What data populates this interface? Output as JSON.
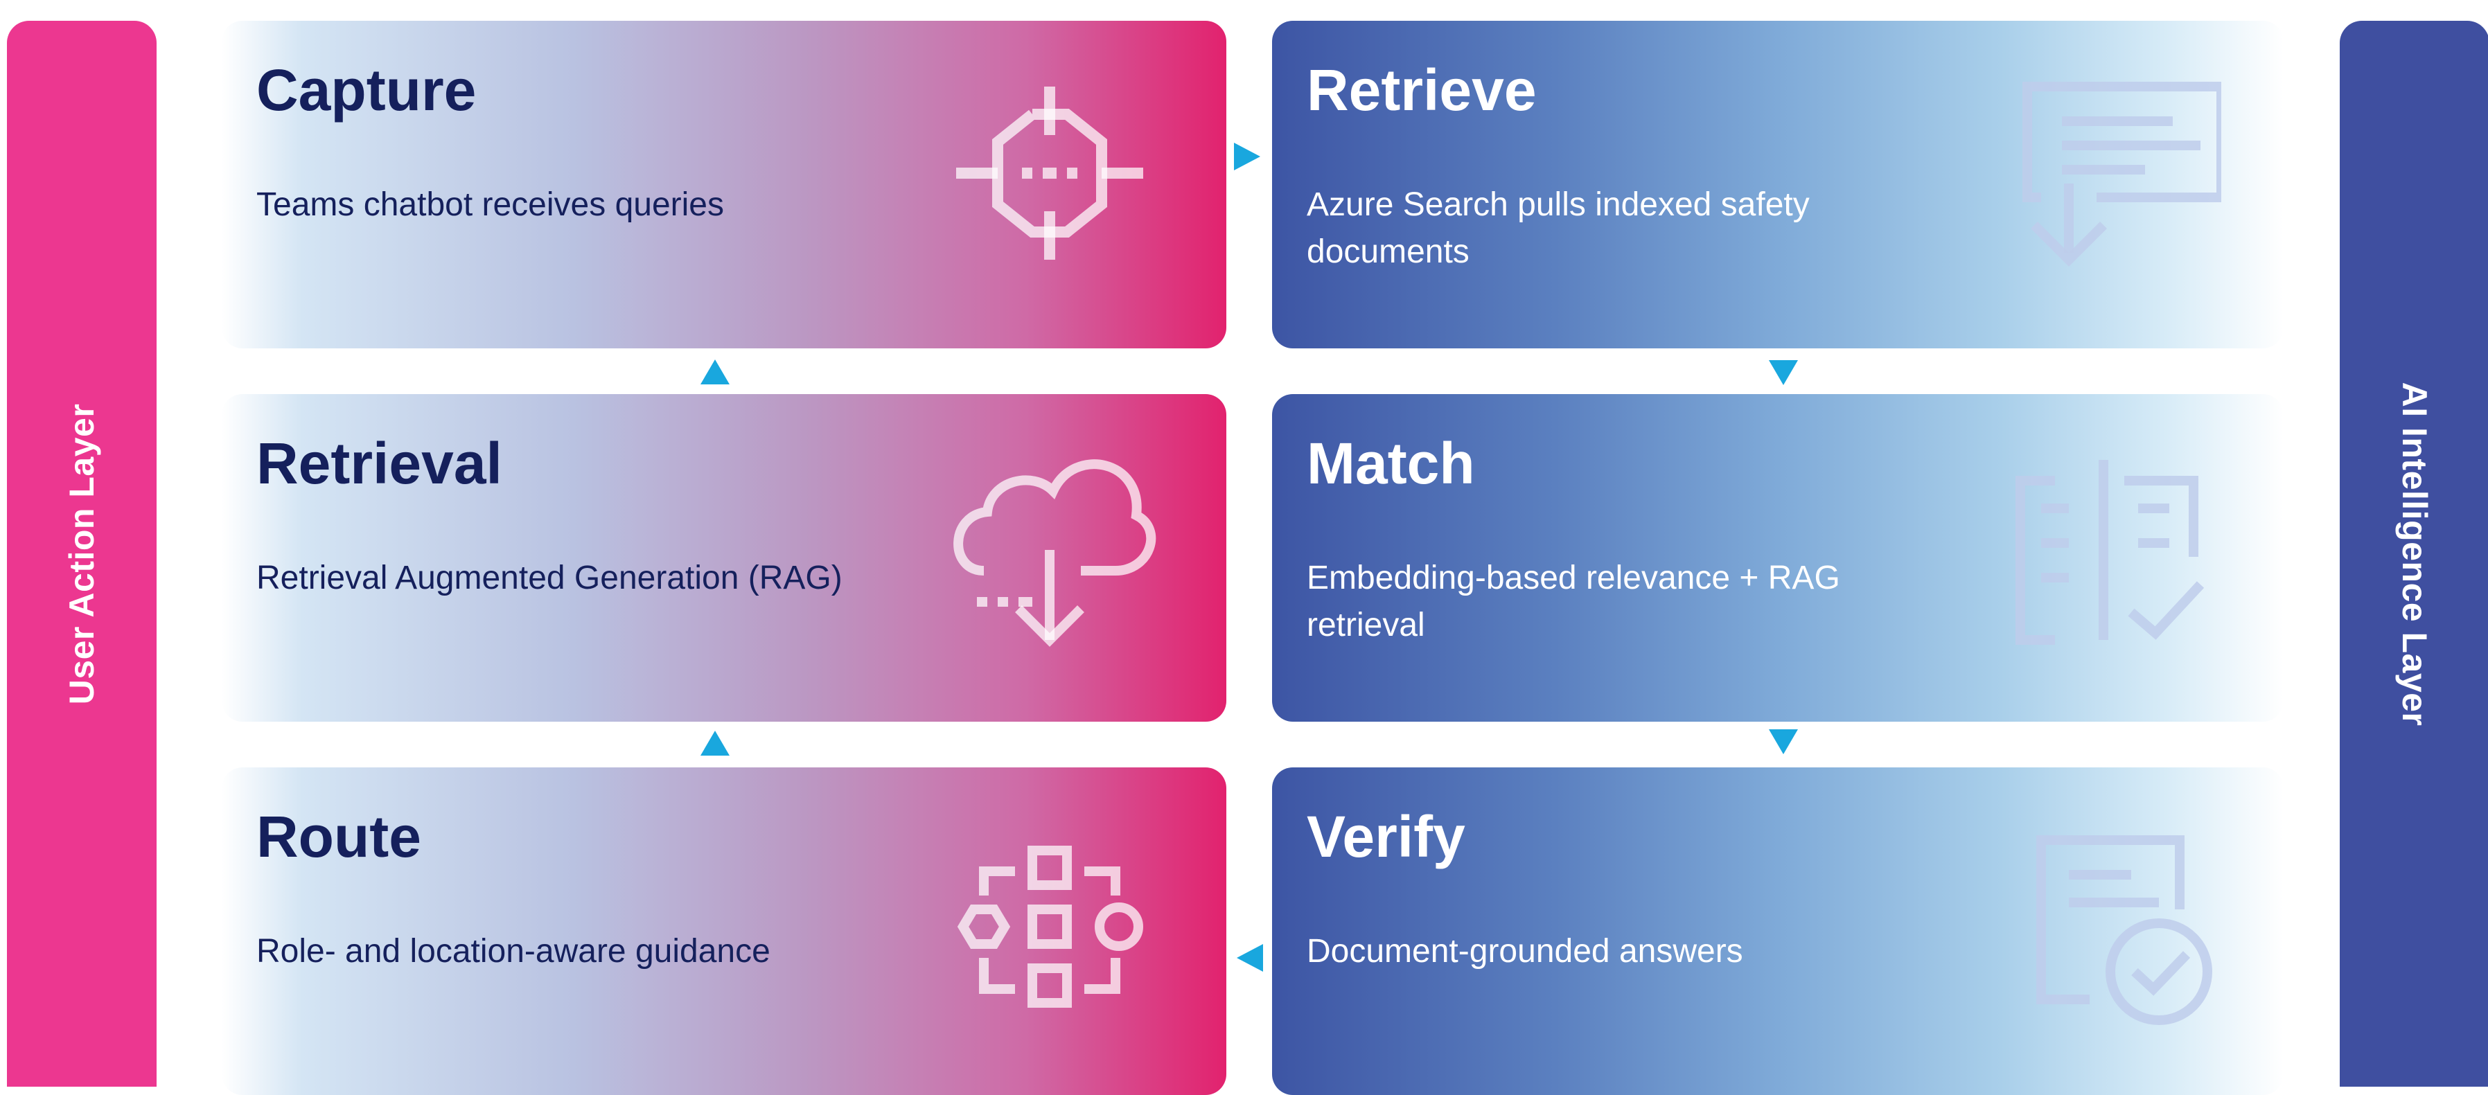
{
  "layers": {
    "left_label": "User Action Layer",
    "right_label": "AI Intelligence Layer"
  },
  "cards": {
    "capture": {
      "title": "Capture",
      "desc": "Teams chatbot receives queries",
      "icon": "crosshair-target-icon"
    },
    "retrieval": {
      "title": "Retrieval",
      "desc": "Retrieval Augmented Generation (RAG)",
      "icon": "cloud-download-icon"
    },
    "route": {
      "title": "Route",
      "desc": "Role- and location-aware guidance",
      "icon": "routing-blocks-icon"
    },
    "retrieve": {
      "title": "Retrieve",
      "desc": "Azure Search pulls indexed safety documents",
      "icon": "document-download-icon"
    },
    "match": {
      "title": "Match",
      "desc": "Embedding-based relevance + RAG retrieval",
      "icon": "compare-documents-icon"
    },
    "verify": {
      "title": "Verify",
      "desc": "Document-grounded answers",
      "icon": "document-check-icon"
    }
  },
  "colors": {
    "user_layer": "#ec3790",
    "ai_layer": "#3f4fa0",
    "arrow": "#19a7de",
    "dark_text": "#15205c"
  }
}
